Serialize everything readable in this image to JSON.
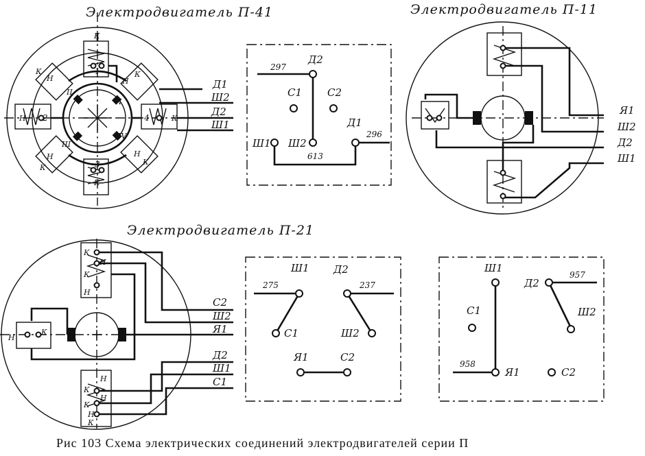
{
  "titles": {
    "p41": "Электродвигатель П-41",
    "p11": "Электродвигатель П-11",
    "p21": "Электродвигатель П-21"
  },
  "caption": "Рис  103  Схема электрических соединений электродвигателей серии П",
  "p41_motor": {
    "leads": [
      "Д1",
      "Ш2",
      "Д2",
      "Ш1"
    ],
    "marks": [
      "К",
      "К",
      "Н",
      "К",
      "Н",
      "К",
      "Н",
      "К",
      "Н",
      "К",
      "Н",
      "К",
      "1",
      "2",
      "3",
      "4",
      "I",
      "II",
      "III",
      "IV"
    ]
  },
  "p41_panel": {
    "terminals": [
      "Д2",
      "С1",
      "С2",
      "Д1",
      "Ш1",
      "Ш2"
    ],
    "wires": [
      "297",
      "613",
      "296"
    ]
  },
  "p11_motor": {
    "leads": [
      "Я1",
      "Ш2",
      "Д2",
      "Ш1"
    ]
  },
  "p21_motor": {
    "leads": [
      "С2",
      "Ш2",
      "Я1",
      "Д2",
      "Ш1",
      "С1"
    ],
    "marks": [
      "К",
      "Н",
      "К",
      "Н",
      "Н",
      "К",
      "Н",
      "К",
      "Н",
      "К",
      "Н",
      "К"
    ]
  },
  "p21_panel_a": {
    "terminals": [
      "Ш1",
      "Д2",
      "С1",
      "Ш2",
      "Я1",
      "С2"
    ],
    "wires": [
      "275",
      "237"
    ]
  },
  "p21_panel_b": {
    "terminals": [
      "Ш1",
      "Д2",
      "С1",
      "Ш2",
      "Я1",
      "С2"
    ],
    "wires": [
      "957",
      "958"
    ]
  }
}
